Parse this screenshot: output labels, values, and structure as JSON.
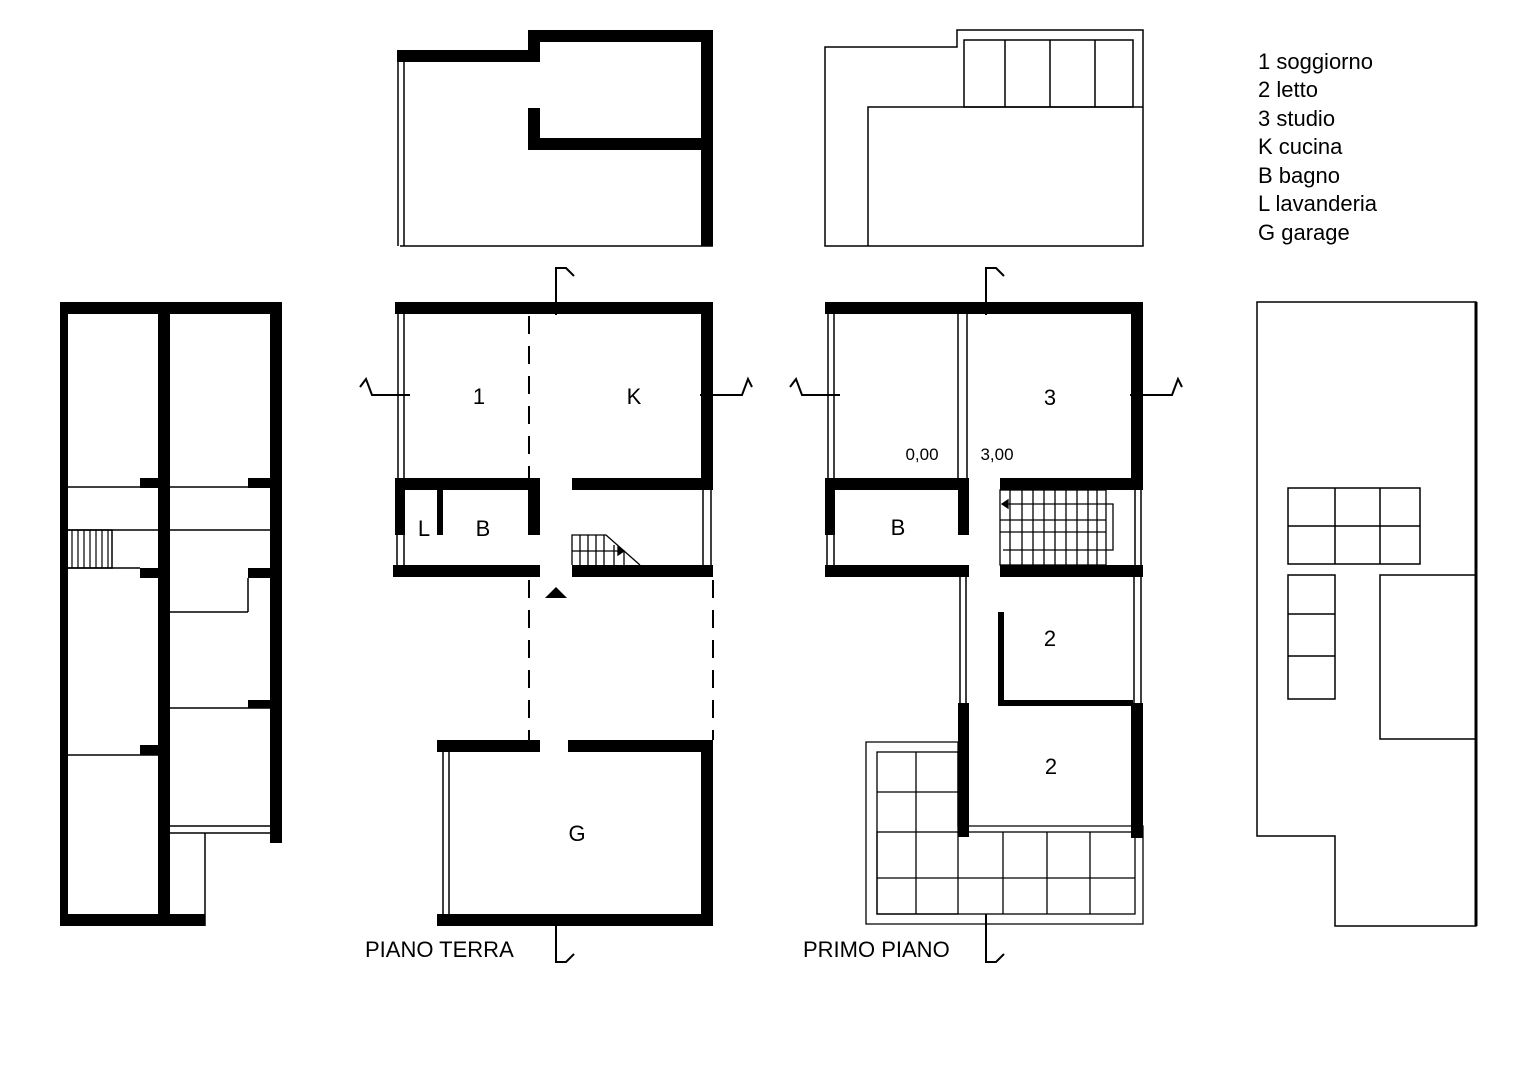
{
  "legend": [
    "1 soggiorno",
    "2 letto",
    "3 studio",
    "K cucina",
    "B bagno",
    "L lavanderia",
    "G garage"
  ],
  "ground_floor": {
    "title": "PIANO TERRA",
    "rooms": {
      "living": "1",
      "kitchen": "K",
      "laundry": "L",
      "bath": "B",
      "garage": "G"
    }
  },
  "first_floor": {
    "title": "PRIMO PIANO",
    "rooms": {
      "study": "3",
      "bath": "B",
      "bed1": "2",
      "bed2": "2"
    },
    "levels": {
      "left": "0,00",
      "right": "3,00"
    }
  }
}
